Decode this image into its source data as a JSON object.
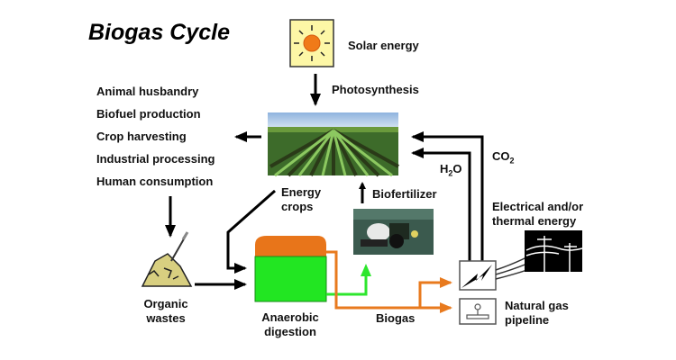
{
  "title": "Biogas Cycle",
  "nodes": {
    "solar": {
      "label": "Solar energy",
      "icon": "sun-icon"
    },
    "photosynthesis": {
      "label": "Photosynthesis"
    },
    "uses": [
      "Animal husbandry",
      "Biofuel production",
      "Crop harvesting",
      "Industrial processing",
      "Human consumption"
    ],
    "energy_crops": {
      "line1": "Energy",
      "line2": "crops",
      "icon": "crop-field-image"
    },
    "biofertilizer": {
      "label": "Biofertilizer",
      "icon": "tractor-image"
    },
    "organic_wastes": {
      "line1": "Organic",
      "line2": "wastes",
      "icon": "waste-pile-icon"
    },
    "anaerobic_digestion": {
      "line1": "Anaerobic",
      "line2": "digestion",
      "icon": "digester-tank-icon"
    },
    "biogas": {
      "label": "Biogas"
    },
    "h2o": {
      "main": "H",
      "sub": "2",
      "rest": "O"
    },
    "co2": {
      "main": "CO",
      "sub": "2"
    },
    "electrical": {
      "line1": "Electrical and/or",
      "line2": "thermal energy",
      "icon": "power-lines-icon"
    },
    "generator": {
      "icon": "lightning-icon"
    },
    "natural_gas": {
      "line1": "Natural gas",
      "line2": "pipeline",
      "icon": "gas-valve-icon"
    }
  },
  "colors": {
    "biogas_flow": "#e87a1e",
    "fertilizer_flow": "#2ee62e",
    "tank_top": "#e8751a",
    "tank_body": "#22e622",
    "sun_box": "#fdf7a6"
  }
}
